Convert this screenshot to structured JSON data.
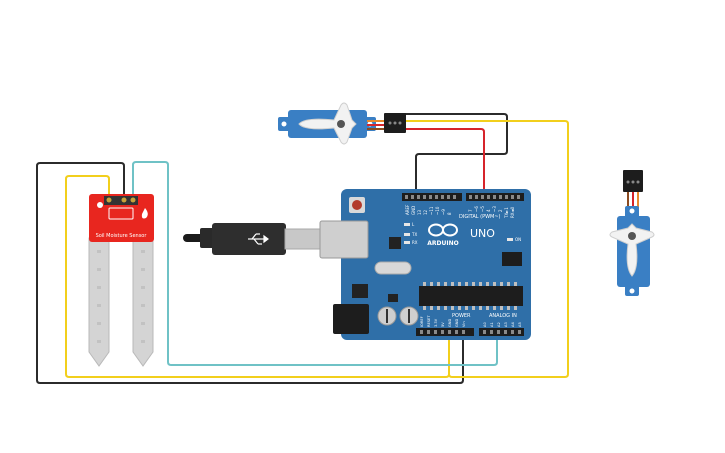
{
  "colors": {
    "board": "#2f6fa8",
    "board_dark": "#1f4f7e",
    "sensor_red": "#e8261f",
    "servo_blue": "#3a7fc4",
    "wire_yellow": "#f2cf1c",
    "wire_teal": "#6fc2c6",
    "wire_black": "#2b2b2b",
    "wire_red": "#d6242b",
    "wire_orange": "#e8892c",
    "wire_brown": "#8b4a1f"
  },
  "arduino": {
    "aref_label": "AREF",
    "gnd_label": "GND",
    "digital_pin_labels": [
      "13",
      "12",
      "~11",
      "~10",
      "~9",
      "8",
      "7",
      "~6",
      "~5",
      "4",
      "~3",
      "2",
      "TX►1",
      "RX◄0"
    ],
    "digital_label": "DIGITAL (PWM~)",
    "uno_label": "UNO",
    "brand_label": "ARDUINO",
    "led_l": "L",
    "led_tx": "TX",
    "led_rx": "RX",
    "on_label": "ON",
    "power_label": "POWER",
    "analog_label": "ANALOG IN",
    "power_pin_labels": [
      "IOREF",
      "RESET",
      "3.3V",
      "5V",
      "GND",
      "GND",
      "Vin"
    ],
    "analog_pin_labels": [
      "A0",
      "A1",
      "A2",
      "A3",
      "A4",
      "A5"
    ]
  },
  "sensor": {
    "label": "Soil Moisture Sensor"
  },
  "icons": {
    "usb": "usb-icon",
    "arduino_logo": "arduino-infinity-icon"
  }
}
